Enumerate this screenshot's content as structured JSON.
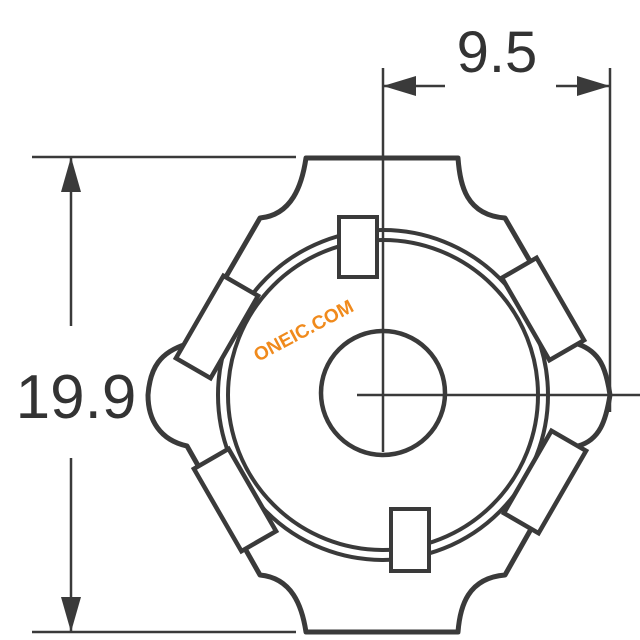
{
  "dimensions": {
    "width_label": "9.5",
    "height_label": "19.9"
  },
  "watermark": {
    "text": "ONEIC.COM"
  },
  "colors": {
    "outline": "#3a3a3a",
    "watermark": "#f08a1c",
    "background": "#ffffff"
  }
}
